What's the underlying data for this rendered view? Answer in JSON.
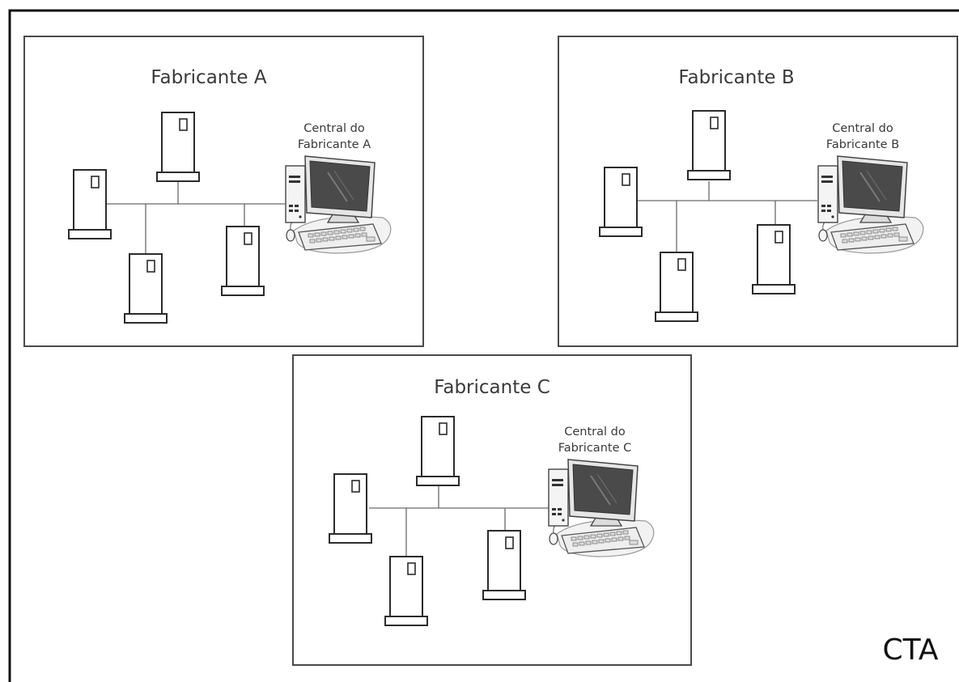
{
  "diagram": {
    "corner_label": "CTA",
    "networks": [
      {
        "id": "a",
        "title": "Fabricante A",
        "central_line1": "Central do",
        "central_line2": "Fabricante A"
      },
      {
        "id": "b",
        "title": "Fabricante B",
        "central_line1": "Central do",
        "central_line2": "Fabricante B"
      },
      {
        "id": "c",
        "title": "Fabricante C",
        "central_line1": "Central do",
        "central_line2": "Fabricante C"
      }
    ],
    "nodes_per_network": 4,
    "colors": {
      "stroke": "#2b2b2b",
      "wire": "#6a6a6a",
      "monitor_screen": "#4a4a4a",
      "frame": "#4a4a4a"
    }
  }
}
